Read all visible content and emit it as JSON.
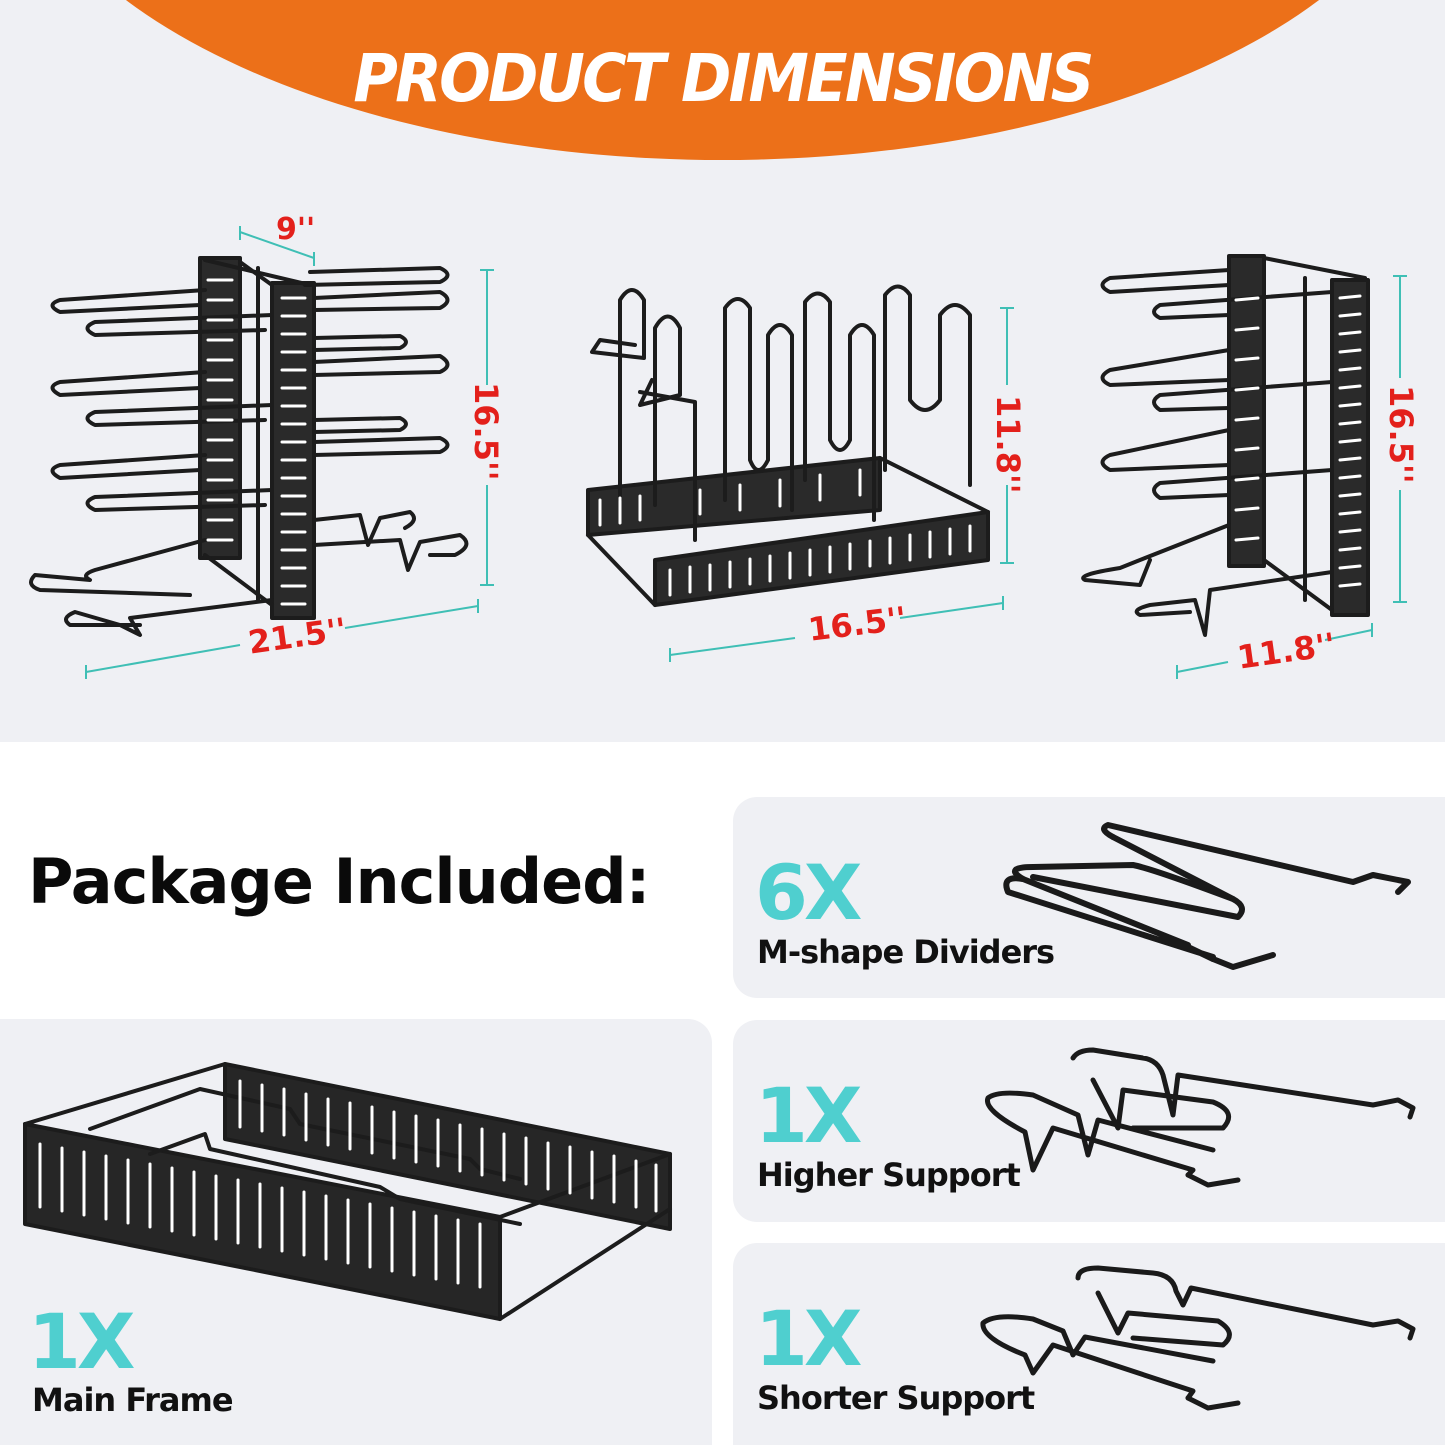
{
  "header": {
    "title": "PRODUCT DIMENSIONS",
    "accent_color": "#ec7019",
    "background_color": "#eff0f4"
  },
  "dimensions": {
    "label_color": "#e3201b",
    "line_color": "#3fbfb5",
    "views": [
      {
        "name": "pot-rack-vertical-front",
        "width": "21.5''",
        "depth": "9''",
        "height": "16.5''"
      },
      {
        "name": "pot-rack-horizontal",
        "width": "16.5''",
        "height": "11.8''"
      },
      {
        "name": "pot-rack-vertical-side",
        "width": "11.8''",
        "height": "16.5''"
      }
    ]
  },
  "package": {
    "title": "Package Included:",
    "qty_color": "#4fcfcf",
    "items": [
      {
        "qty": "6X",
        "name": "M-shape Dividers"
      },
      {
        "qty": "1X",
        "name": "Main Frame"
      },
      {
        "qty": "1X",
        "name": "Higher Support"
      },
      {
        "qty": "1X",
        "name": "Shorter Support"
      }
    ]
  }
}
